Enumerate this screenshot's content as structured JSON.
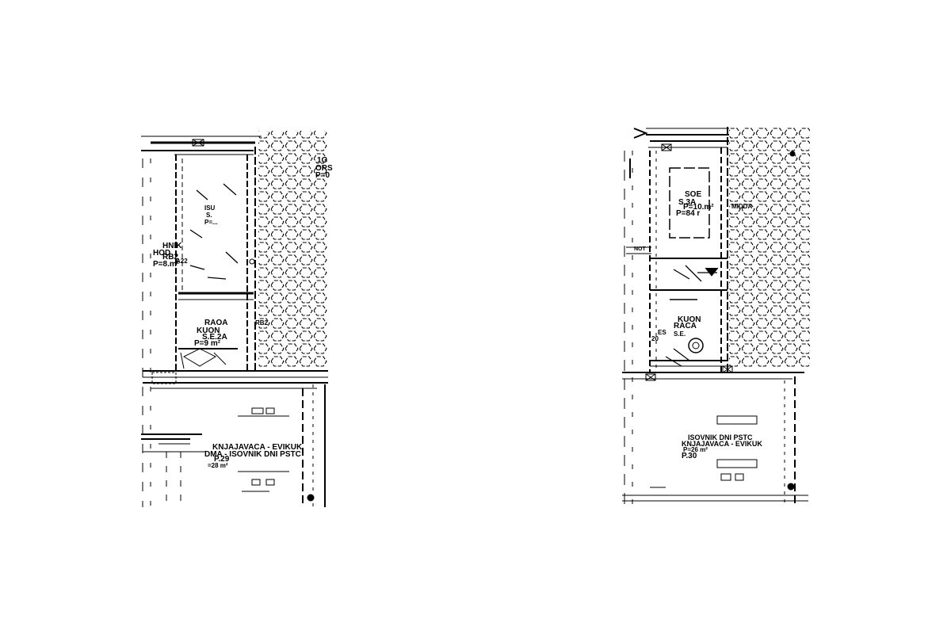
{
  "drawing": {
    "left_plan": {
      "room_upper_left": [
        "HNIK",
        "HOD",
        "RB2",
        "P=8.m²"
      ],
      "room_upper_mid": [
        "ISU",
        "S.",
        "P=..."
      ],
      "room_mid": [
        "RAOA",
        "KUON",
        "S.E.2A",
        "P=9 m²"
      ],
      "room_lower": [
        "KNJAJAVACA - EVIKUK",
        "DMA - ISOVNIK DNI PSTC",
        "P.29",
        "=28 m²"
      ],
      "marks": [
        "1G",
        "ORS",
        "P=0",
        "RB2",
        "A22"
      ]
    },
    "right_plan": {
      "room_upper": [
        "SOE",
        "S.3A",
        "P=10.m²",
        "P=84 r"
      ],
      "room_mid": [
        "KUON",
        "RACA",
        "S.E.",
        "ES",
        "20"
      ],
      "room_lower": [
        "ISOVNIK DNI PSTC",
        "KNJAJAVACA - EVIKUK",
        "P=26 m²",
        "P.30"
      ],
      "marks": [
        "MIDDA",
        "NOT"
      ]
    }
  },
  "colors": {
    "line": "#000000",
    "background": "#ffffff",
    "hatch": "#000000"
  }
}
